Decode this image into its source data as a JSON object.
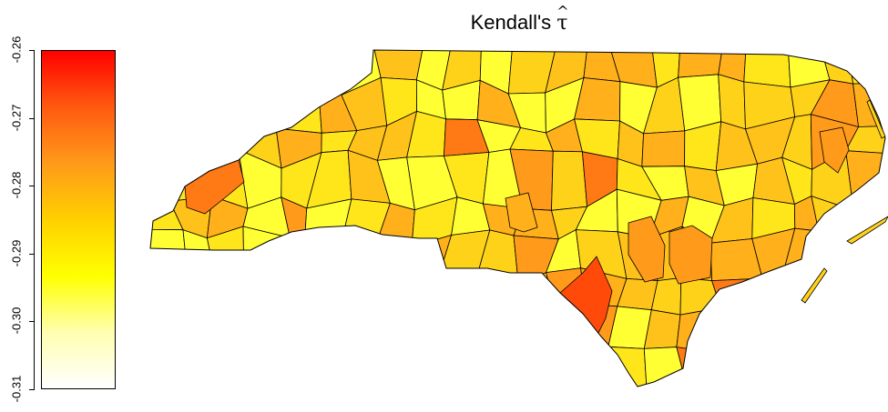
{
  "title": {
    "prefix": "Kendall's ",
    "symbol": "τ",
    "hat": "^"
  },
  "colorbar": {
    "ticks": [
      "-0.26",
      "-0.27",
      "-0.28",
      "-0.29",
      "-0.30",
      "-0.31"
    ],
    "range": [
      -0.31,
      -0.26
    ],
    "gradient": [
      "#ffffff",
      "#ffffb0",
      "#ffff00",
      "#ffd000",
      "#ff9a1a",
      "#ff5a10",
      "#ff0000"
    ]
  },
  "map": {
    "region": "North Carolina counties",
    "fill_palette": [
      "#ffff33",
      "#ffe61a",
      "#ffd21a",
      "#ffc21a",
      "#ffb01a",
      "#ff9a1a",
      "#ff7a14",
      "#ff4a0a"
    ],
    "outline_color": "#000000"
  }
}
